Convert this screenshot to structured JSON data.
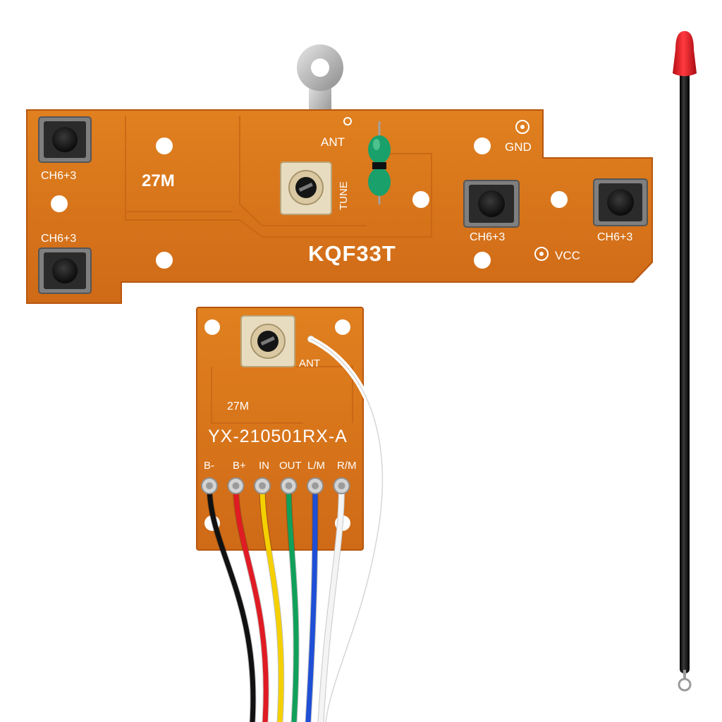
{
  "transmitter_board": {
    "model": "KQF33T",
    "frequency": "27M",
    "labels": {
      "ant": "ANT",
      "gnd": "GND",
      "vcc": "VCC",
      "tune": "TUNE"
    },
    "buttons": [
      {
        "label": "CH6+3"
      },
      {
        "label": "CH6+3"
      },
      {
        "label": "CH6+3"
      },
      {
        "label": "CH6+3"
      }
    ]
  },
  "receiver_board": {
    "model": "YX-210501RX-A",
    "frequency": "27M",
    "ant_label": "ANT",
    "pins": [
      {
        "label": "B-",
        "wire_color": "#111111"
      },
      {
        "label": "B+",
        "wire_color": "#e01b24"
      },
      {
        "label": "IN",
        "wire_color": "#f5d000"
      },
      {
        "label": "OUT",
        "wire_color": "#11a05a"
      },
      {
        "label": "L/M",
        "wire_color": "#1e4fd6"
      },
      {
        "label": "R/M",
        "wire_color": "#f4f4f4"
      }
    ]
  },
  "colors": {
    "pcb": "#d9731c",
    "pcb_edge": "#b8560f",
    "antenna_rod": "#111111",
    "antenna_cap": "#d8141c"
  }
}
